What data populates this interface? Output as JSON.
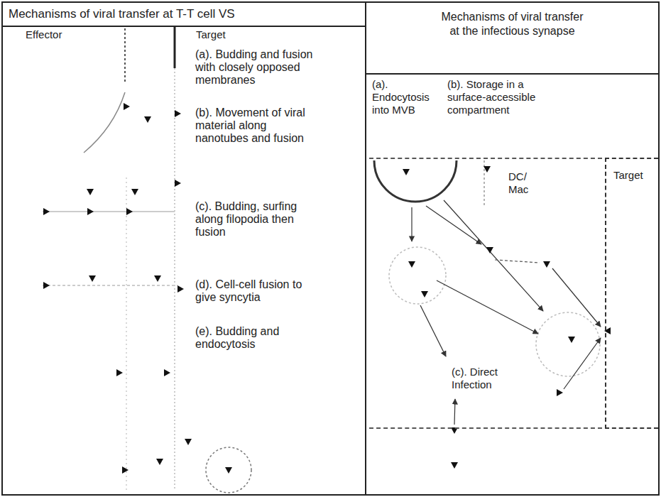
{
  "diagram": {
    "nodes": [
      {
        "text": [
          "Mechanisms of viral transfer at T-T cell VS"
        ]
      },
      {
        "text": [
          "Mechanisms of viral transfer at the infectious synapse"
        ]
      },
      {
        "text": [
          "DC/ Mac"
        ],
        "in": 1
      },
      {
        "text": [
          "Target"
        ],
        "in": 1
      }
    ],
    "labels": [
      "Effector",
      "Target",
      "(a). Budding and fusion with closely opposed membranes",
      "(b). Movement of viral material along nanotubes and fusion",
      "(c). Budding, surfing along filopodia then fusion",
      "(d). Cell-cell fusion to give syncytia",
      "(e). Budding and endocytosis",
      "(a). Endocytosis into MVB",
      "(b). Storage in a surface-accessible compartment",
      "(c). Direct Infection"
    ]
  }
}
